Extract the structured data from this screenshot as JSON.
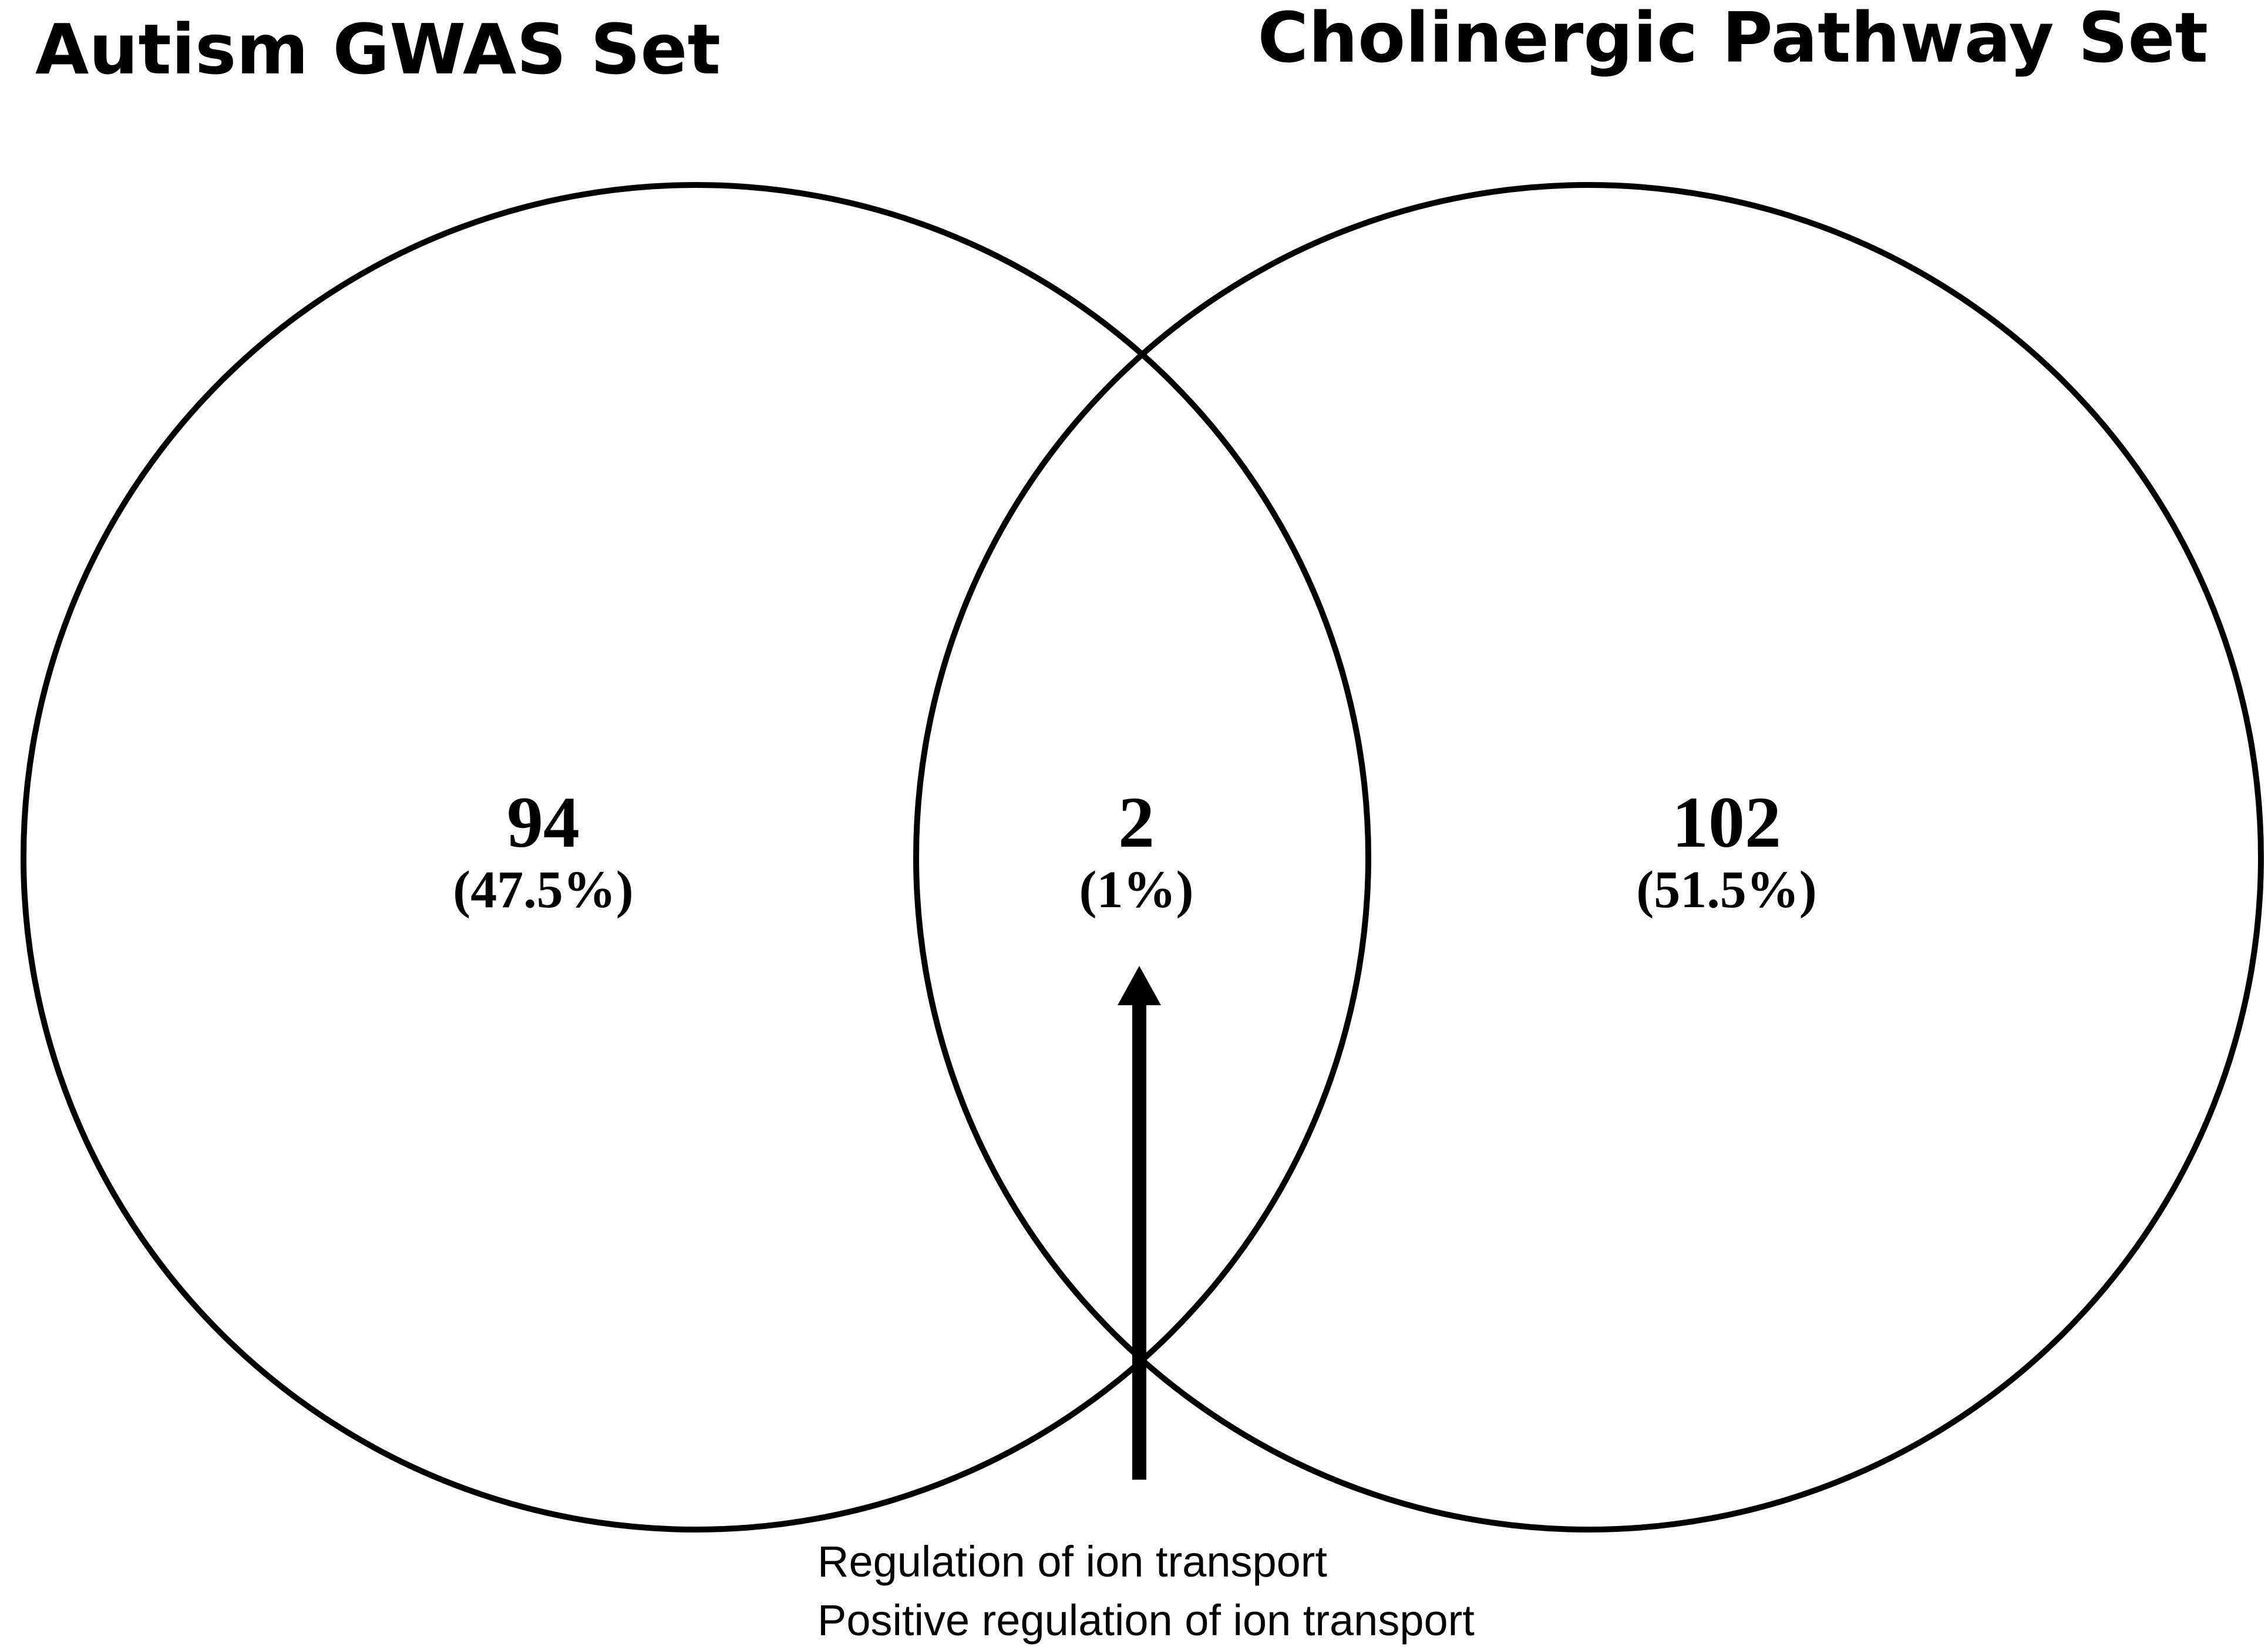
{
  "diagram": {
    "type": "venn",
    "sets": [
      {
        "id": "left",
        "label": "Autism GWAS Set"
      },
      {
        "id": "right",
        "label": "Cholinergic Pathway Set"
      }
    ],
    "regions": {
      "left_only": {
        "count": "94",
        "percent": "(47.5%)"
      },
      "overlap": {
        "count": "2",
        "percent": "(1%)"
      },
      "right_only": {
        "count": "102",
        "percent": "(51.5%)"
      }
    },
    "overlap_annotation": [
      "Regulation of ion transport",
      "Positive regulation of ion transport"
    ],
    "colors": {
      "stroke": "#000000",
      "background": "#ffffff"
    }
  }
}
